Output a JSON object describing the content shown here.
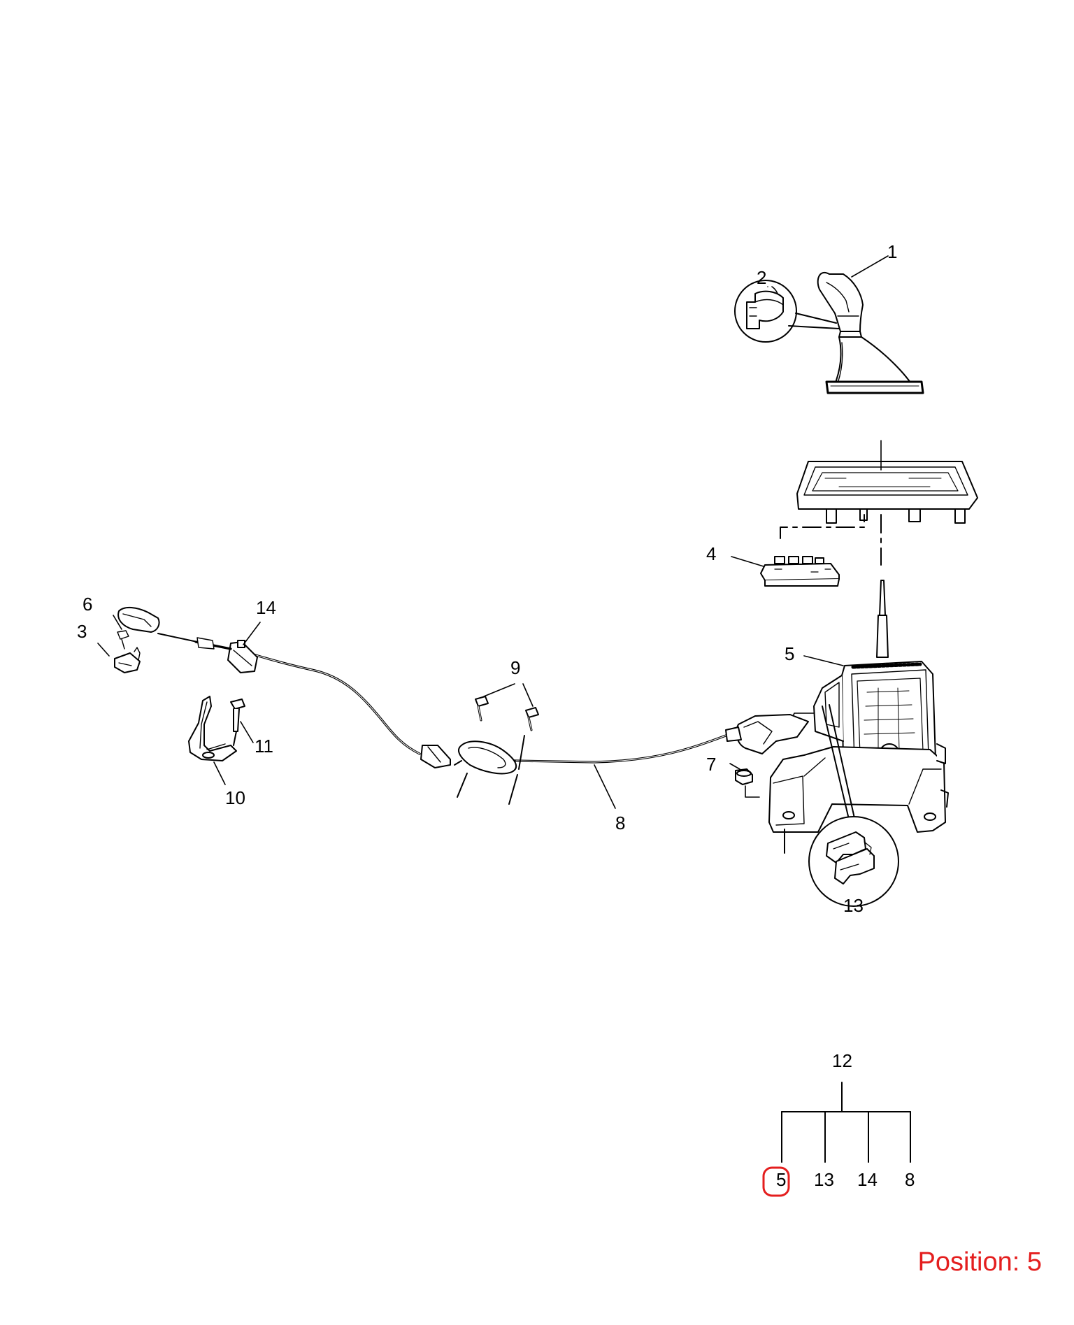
{
  "diagram": {
    "callouts": [
      {
        "id": "c1",
        "text": "1"
      },
      {
        "id": "c2",
        "text": "2"
      },
      {
        "id": "c3",
        "text": "3"
      },
      {
        "id": "c4",
        "text": "4"
      },
      {
        "id": "c5",
        "text": "5"
      },
      {
        "id": "c6",
        "text": "6"
      },
      {
        "id": "c7",
        "text": "7"
      },
      {
        "id": "c8",
        "text": "8"
      },
      {
        "id": "c9",
        "text": "9"
      },
      {
        "id": "c10",
        "text": "10"
      },
      {
        "id": "c11",
        "text": "11"
      },
      {
        "id": "c13",
        "text": "13"
      },
      {
        "id": "c14",
        "text": "14"
      }
    ],
    "kit_tree": {
      "parent": "12",
      "children": [
        "5",
        "13",
        "14",
        "8"
      ],
      "highlighted": "5"
    },
    "highlight_color": "#e41e1e"
  },
  "position_label": {
    "prefix": "Position:",
    "value": "5"
  }
}
